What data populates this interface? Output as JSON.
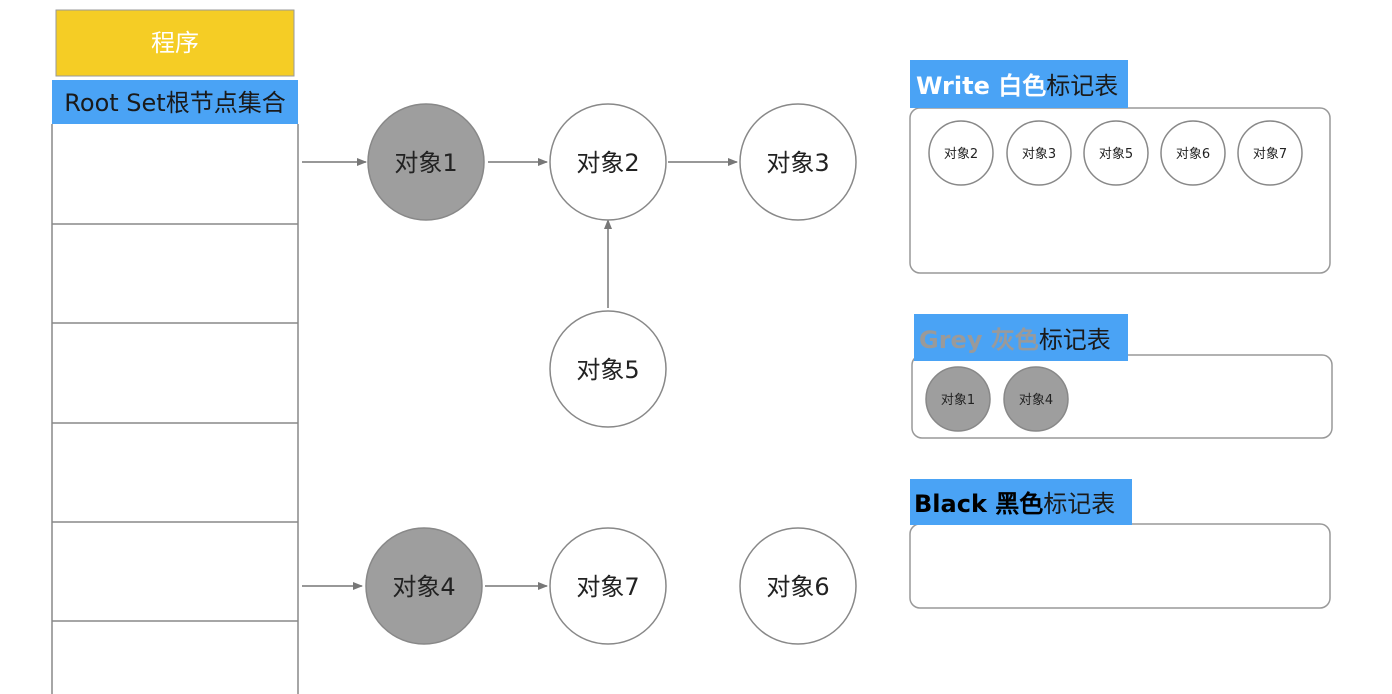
{
  "program": {
    "title": "程序"
  },
  "root_set": {
    "title": "Root Set根节点集合"
  },
  "objects": {
    "obj1": "对象1",
    "obj2": "对象2",
    "obj3": "对象3",
    "obj4": "对象4",
    "obj5": "对象5",
    "obj6": "对象6",
    "obj7": "对象7"
  },
  "tables": {
    "white": {
      "title_color_part": "Write 白色",
      "title_suffix": "标记表",
      "items": [
        "对象2",
        "对象3",
        "对象5",
        "对象6",
        "对象7"
      ]
    },
    "grey": {
      "title_color_part": "Grey 灰色",
      "title_suffix": "标记表",
      "items": [
        "对象1",
        "对象4"
      ]
    },
    "black": {
      "title_color_part": "Black 黑色",
      "title_suffix": "标记表",
      "items": []
    }
  },
  "colors": {
    "program_header": "#f5cd25",
    "root_set_header": "#4aa3f5",
    "label_bg": "#4aa3f5",
    "grey_node": "#9e9e9e",
    "grey_title_text": "#9a9a9a",
    "stroke": "#777777"
  }
}
